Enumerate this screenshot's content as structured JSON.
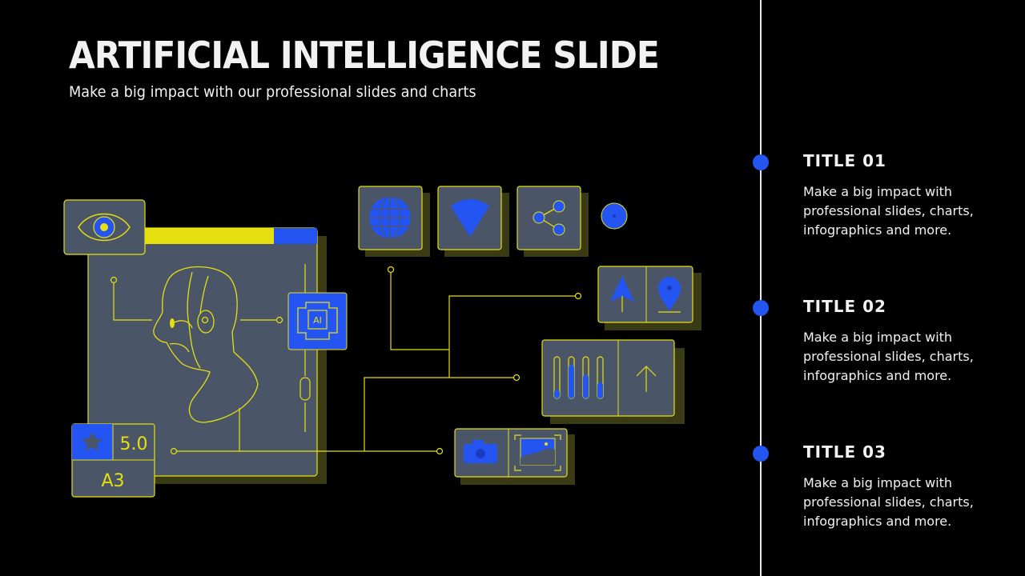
{
  "slide": {
    "title": "ARTIFICIAL INTELLIGENCE SLIDE",
    "subtitle": "Make a big impact with our professional slides and charts"
  },
  "illustration": {
    "chip_label": "AI",
    "rating_value": "5.0",
    "grade_label": "A3",
    "icons": [
      "eye-icon",
      "robot-head-icon",
      "ai-chip-icon",
      "globe-icon",
      "wifi-icon",
      "share-icon",
      "navigation-arrow-icon",
      "map-pin-icon",
      "sliders-icon",
      "arrow-up-icon",
      "camera-icon",
      "image-icon",
      "star-icon"
    ]
  },
  "timeline": [
    {
      "title": "TITLE 01",
      "text": "Make a big impact with professional slides, charts, infographics and more."
    },
    {
      "title": "TITLE 02",
      "text": "Make a big impact with professional slides, charts, infographics and more."
    },
    {
      "title": "TITLE 03",
      "text": "Make a big impact with professional slides, charts, infographics and more."
    }
  ],
  "colors": {
    "background": "#000000",
    "accent_blue": "#2455f2",
    "accent_yellow": "#e6e010",
    "panel": "#4a5568"
  }
}
